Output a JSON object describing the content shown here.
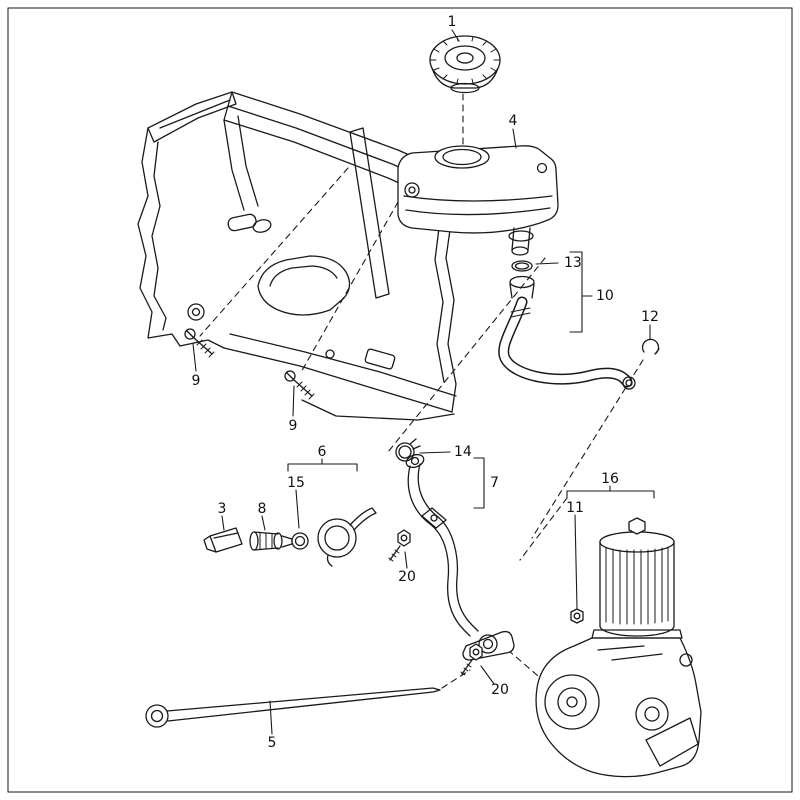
{
  "colors": {
    "ink": "#1a1a1a",
    "paper": "#ffffff"
  },
  "diagram": {
    "type": "exploded-parts-diagram",
    "callouts": {
      "c1": "1",
      "c3": "3",
      "c4": "4",
      "c5": "5",
      "c6": "6",
      "c7": "7",
      "c8": "8",
      "c9a": "9",
      "c9b": "9",
      "c10": "10",
      "c11": "11",
      "c12": "12",
      "c13": "13",
      "c14": "14",
      "c15": "15",
      "c16": "16",
      "c20a": "20",
      "c20b": "20"
    },
    "parts": {
      "1": "reservoir-cap",
      "3": "retaining-bracket",
      "4": "hydraulic-oil-reservoir",
      "5": "oil-dipstick",
      "6": "filler-guide-assembly",
      "7": "suction-pipe",
      "8": "bushing",
      "9": "self-tapping-screw",
      "10": "return-hose",
      "11": "hex-nut",
      "12": "retaining-clip",
      "13": "o-ring",
      "14": "spring-clamp",
      "15": "seal-ring",
      "16": "pump-with-filter-housing",
      "20": "hex-bolt"
    }
  }
}
